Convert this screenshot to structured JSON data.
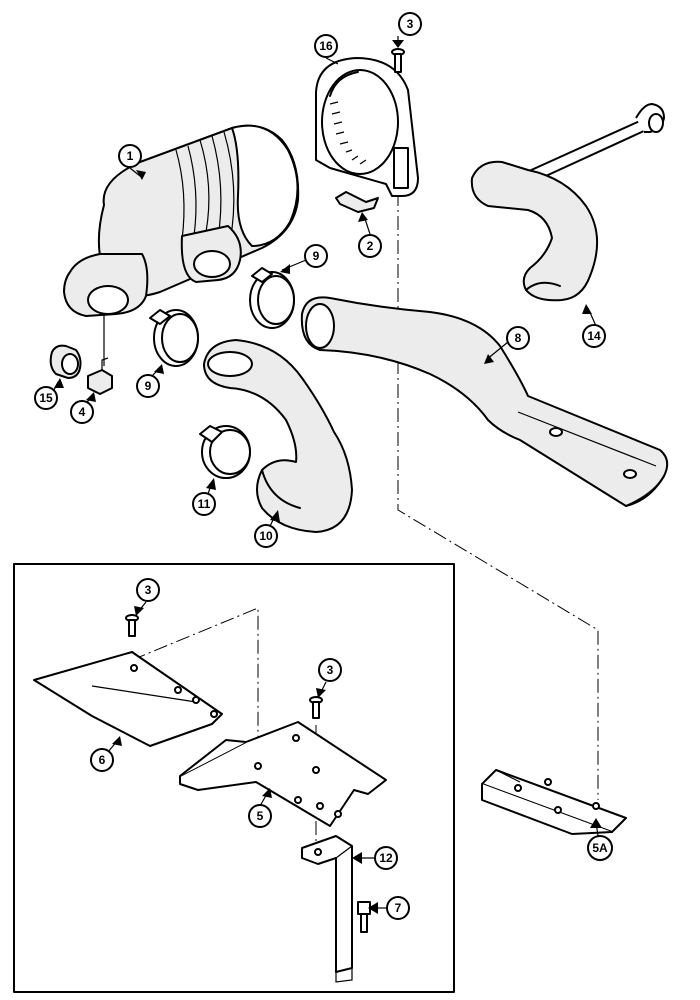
{
  "callouts": {
    "c1": "1",
    "c2": "2",
    "c3a": "3",
    "c3b": "3",
    "c3c": "3",
    "c4": "4",
    "c5": "5",
    "c5a": "5A",
    "c6": "6",
    "c7": "7",
    "c8": "8",
    "c9a": "9",
    "c9b": "9",
    "c10": "10",
    "c11": "11",
    "c12": "12",
    "c14": "14",
    "c15": "15",
    "c16": "16"
  }
}
